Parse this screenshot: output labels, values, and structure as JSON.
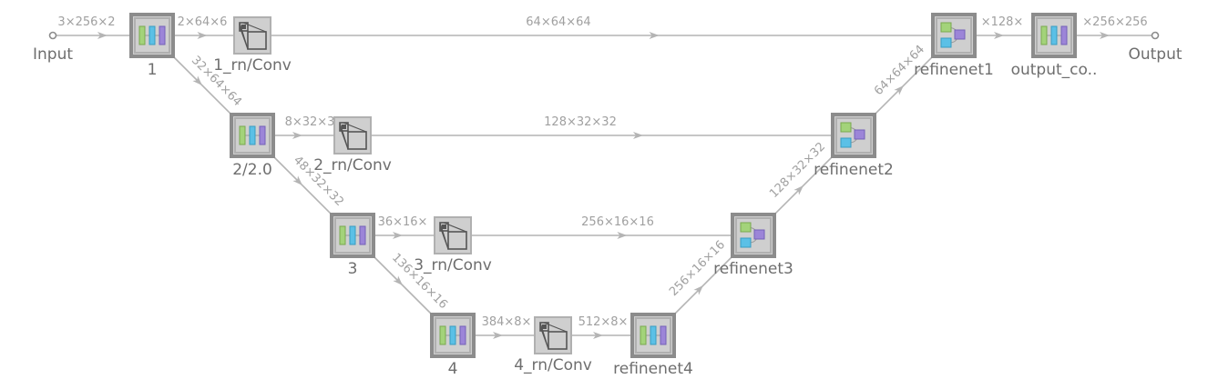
{
  "colors": {
    "edge": "#b4b4b4",
    "node_fill": "#cfcfcf",
    "node_border": "#8c8c8c",
    "green": "#a3d37a",
    "blue": "#5bc0e6",
    "purple": "#9c85d8",
    "label": "#6e6e6e",
    "edge_label": "#a0a0a0"
  },
  "nodes": [
    {
      "id": "input",
      "label": "Input",
      "icon": "port-circle-icon"
    },
    {
      "id": "n1",
      "label": "1",
      "icon": "chain-layers-icon"
    },
    {
      "id": "rn1",
      "label": "1_rn/Conv",
      "icon": "convolution-icon"
    },
    {
      "id": "n2",
      "label": "2/2.0",
      "icon": "chain-layers-icon"
    },
    {
      "id": "rn2",
      "label": "2_rn/Conv",
      "icon": "convolution-icon"
    },
    {
      "id": "n3",
      "label": "3",
      "icon": "chain-layers-icon"
    },
    {
      "id": "rn3",
      "label": "3_rn/Conv",
      "icon": "convolution-icon"
    },
    {
      "id": "n4",
      "label": "4",
      "icon": "chain-layers-icon"
    },
    {
      "id": "rn4",
      "label": "4_rn/Conv",
      "icon": "convolution-icon"
    },
    {
      "id": "ref4",
      "label": "refinenet4",
      "icon": "chain-layers-icon"
    },
    {
      "id": "ref3",
      "label": "refinenet3",
      "icon": "graph-net-icon"
    },
    {
      "id": "ref2",
      "label": "refinenet2",
      "icon": "graph-net-icon"
    },
    {
      "id": "ref1",
      "label": "refinenet1",
      "icon": "graph-net-icon"
    },
    {
      "id": "outc",
      "label": "output_co..",
      "icon": "chain-layers-icon"
    },
    {
      "id": "output",
      "label": "Output",
      "icon": "port-circle-icon"
    }
  ],
  "edges": [
    {
      "from": "input",
      "to": "n1",
      "label": "3×256×2"
    },
    {
      "from": "n1",
      "to": "rn1",
      "label": "2×64×6"
    },
    {
      "from": "rn1",
      "to": "ref1",
      "label": "64×64×64"
    },
    {
      "from": "n1",
      "to": "n2",
      "label": "32×64×64"
    },
    {
      "from": "n2",
      "to": "rn2",
      "label": "8×32×3"
    },
    {
      "from": "rn2",
      "to": "ref2",
      "label": "128×32×32"
    },
    {
      "from": "n2",
      "to": "n3",
      "label": "48×32×32"
    },
    {
      "from": "n3",
      "to": "rn3",
      "label": "36×16×"
    },
    {
      "from": "rn3",
      "to": "ref3",
      "label": "256×16×16"
    },
    {
      "from": "n3",
      "to": "n4",
      "label": "136×16×16"
    },
    {
      "from": "n4",
      "to": "rn4",
      "label": "384×8×"
    },
    {
      "from": "rn4",
      "to": "ref4",
      "label": "512×8×"
    },
    {
      "from": "ref4",
      "to": "ref3",
      "label": "256×16×16"
    },
    {
      "from": "ref3",
      "to": "ref2",
      "label": "128×32×32"
    },
    {
      "from": "ref2",
      "to": "ref1",
      "label": "64×64×64"
    },
    {
      "from": "ref1",
      "to": "outc",
      "label": "×128×"
    },
    {
      "from": "outc",
      "to": "output",
      "label": "×256×256"
    }
  ]
}
